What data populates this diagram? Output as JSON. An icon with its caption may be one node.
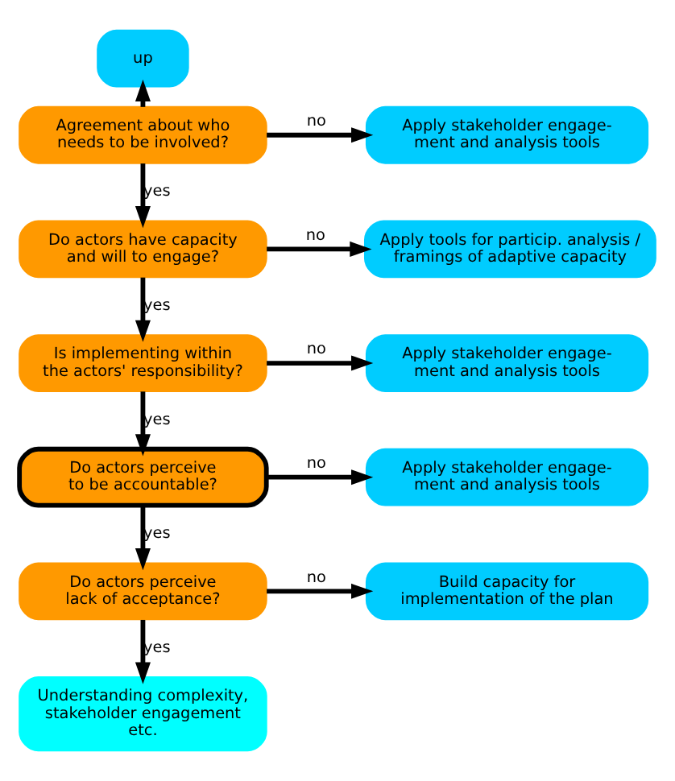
{
  "diagram": {
    "nodes": [
      {
        "text": [
          "up"
        ]
      },
      {
        "text": [
          "Agreement about who needs to be involved?"
        ]
      },
      {
        "text": [
          "Apply stakeholder engage- ment and analysis tools"
        ]
      },
      {
        "text": [
          "Do actors have capacity and will to engage?"
        ]
      },
      {
        "text": [
          "Apply tools for particip. analysis / framings of adaptive capacity"
        ]
      },
      {
        "text": [
          "Is implementing within the actors' responsibility?"
        ]
      },
      {
        "text": [
          "Apply stakeholder engage- ment and analysis tools"
        ]
      },
      {
        "text": [
          "Do actors perceive to be accountable?"
        ]
      },
      {
        "text": [
          "Apply stakeholder engage- ment and analysis tools"
        ]
      },
      {
        "text": [
          "Do actors perceive lack of acceptance?"
        ]
      },
      {
        "text": [
          "Build capacity for implementation of the plan"
        ]
      },
      {
        "text": [
          "Understanding complexity, stakeholder engagement etc."
        ]
      }
    ],
    "edges": [
      {
        "from": 1,
        "to": 0,
        "arrow": "to"
      },
      {
        "from": 1,
        "to": 2,
        "arrow": "to",
        "label": "no"
      },
      {
        "from": 1,
        "to": 3,
        "arrow": "to",
        "label": "yes"
      },
      {
        "from": 3,
        "to": 4,
        "arrow": "to",
        "label": "no"
      },
      {
        "from": 3,
        "to": 5,
        "arrow": "to",
        "label": "yes"
      },
      {
        "from": 5,
        "to": 6,
        "arrow": "to",
        "label": "no"
      },
      {
        "from": 5,
        "to": 7,
        "arrow": "to",
        "label": "yes"
      },
      {
        "from": 7,
        "to": 8,
        "arrow": "to",
        "label": "no"
      },
      {
        "from": 7,
        "to": 9,
        "arrow": "to",
        "label": "yes"
      },
      {
        "from": 9,
        "to": 10,
        "arrow": "to",
        "label": "no"
      },
      {
        "from": 9,
        "to": 11,
        "arrow": "to",
        "label": "yes"
      }
    ]
  }
}
